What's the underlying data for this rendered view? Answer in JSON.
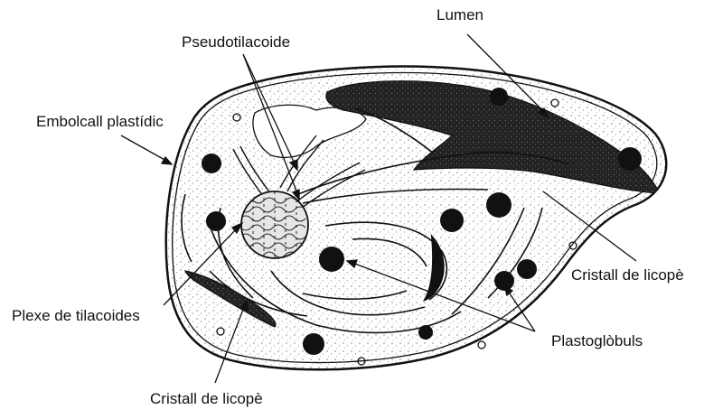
{
  "diagram": {
    "labels": {
      "lumen": "Lumen",
      "pseudotilacoide": "Pseudotilacoide",
      "embolcall": "Embolcall plastídic",
      "cristall_right": "Cristall de licopè",
      "plexe": "Plexe de tilacoides",
      "plastoglobuls": "Plastoglòbuls",
      "cristall_bottom": "Cristall de licopè"
    },
    "colors": {
      "ink": "#111111",
      "crystal": "#1e1e1e",
      "stipple": "#777777"
    }
  }
}
